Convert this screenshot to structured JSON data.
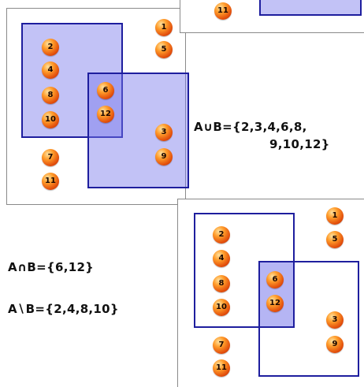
{
  "union_panel": {
    "set_a_numbers": [
      "2",
      "4",
      "8",
      "10"
    ],
    "intersection_numbers": [
      "6",
      "12"
    ],
    "set_b_numbers": [
      "3",
      "9"
    ],
    "outside_numbers": [
      "1",
      "5",
      "7",
      "11"
    ]
  },
  "top_right_panel": {
    "numbers": [
      "11"
    ]
  },
  "intersection_panel": {
    "set_a_numbers": [
      "2",
      "4",
      "8",
      "10"
    ],
    "intersection_numbers": [
      "6",
      "12"
    ],
    "set_b_numbers": [
      "3",
      "9"
    ],
    "outside_numbers": [
      "1",
      "5",
      "7",
      "11"
    ]
  },
  "formulas": {
    "union_line1": "A∪B={2,3,4,6,8,",
    "union_line2": "9,10,12}",
    "intersection": "A∩B={6,12}",
    "difference": "A∖B={2,4,8,10}"
  },
  "colors": {
    "rect_border": "#1e1e9e",
    "shade": "#7878eb",
    "ball": "#ff9c2a"
  }
}
